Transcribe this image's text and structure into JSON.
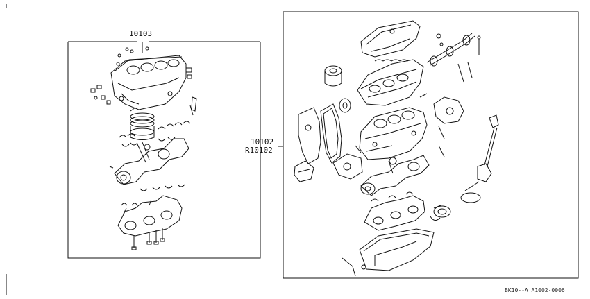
{
  "diagram": {
    "left_group": {
      "part_number": "10103"
    },
    "right_group": {
      "part_numbers": [
        "10102",
        "R10102"
      ]
    },
    "figure_code": "BK10--A  A1002-0006"
  },
  "colors": {
    "line": "#111111",
    "background": "#ffffff"
  }
}
